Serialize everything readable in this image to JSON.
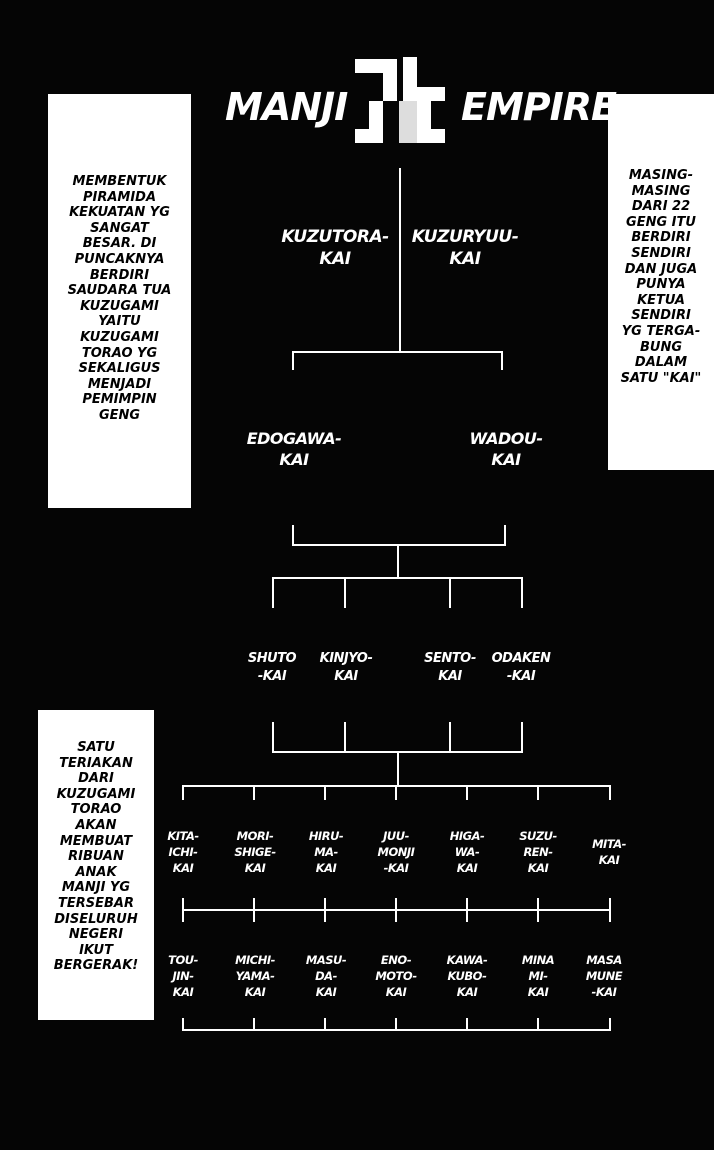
{
  "title": {
    "left": "MANJI",
    "right": "EMPIRE"
  },
  "emblem_icon": "manji-emblem-icon",
  "captions": {
    "left_top": "MEMBENTUK\nPIRAMIDA\nKEKUATAN YG\nSANGAT\nBESAR. DI\nPUNCAKNYA\nBERDIRI\nSAUDARA TUA\nKUZUGAMI\nYAITU\nKUZUGAMI\nTORAO YG\nSEKALIGUS\nMENJADI\nPEMIMPIN\nGENG",
    "right_top": "MASING-\nMASING\nDARI 22\nGENG ITU\nBERDIRI\nSENDIRI\nDAN JUGA\nPUNYA\nKETUA\nSENDIRI\nYG TERGA-\nBUNG\nDALAM\nSATU \"KAI\"",
    "left_bottom": "SATU\nTERIAKAN\nDARI\nKUZUGAMI\nTORAO\nAKAN\nMEMBUAT\nRIBUAN\nANAK\nMANJI YG\nTERSEBAR\nDISELURUH\nNEGERI\nIKUT\nBERGERAK!"
  },
  "tree": {
    "level1": [
      "KUZUTORA-\nKAI",
      "KUZURYUU-\nKAI"
    ],
    "level2": [
      "EDOGAWA-\nKAI",
      "WADOU-\nKAI"
    ],
    "level3": [
      "SHUTO\n-KAI",
      "KINJYO-\nKAI",
      "SENTO-\nKAI",
      "ODAKEN\n-KAI"
    ],
    "level4a": [
      "KITA-\nICHI-\nKAI",
      "MORI-\nSHIGE-\nKAI",
      "HIRU-\nMA-\nKAI",
      "JUU-\nMONJI\n-KAI",
      "HIGA-\nWA-\nKAI",
      "SUZU-\nREN-\nKAI",
      "MITA-\nKAI"
    ],
    "level4b": [
      "TOU-\nJIN-\nKAI",
      "MICHI-\nYAMA-\nKAI",
      "MASU-\nDA-\nKAI",
      "ENO-\nMOTO-\nKAI",
      "KAWA-\nKUBO-\nKAI",
      "MINA\nMI-\nKAI",
      "MASA\nMUNE\n-KAI"
    ]
  },
  "colors": {
    "background": "#050505",
    "line": "#ffffff",
    "caption_bg": "#ffffff",
    "caption_text": "#000000"
  }
}
